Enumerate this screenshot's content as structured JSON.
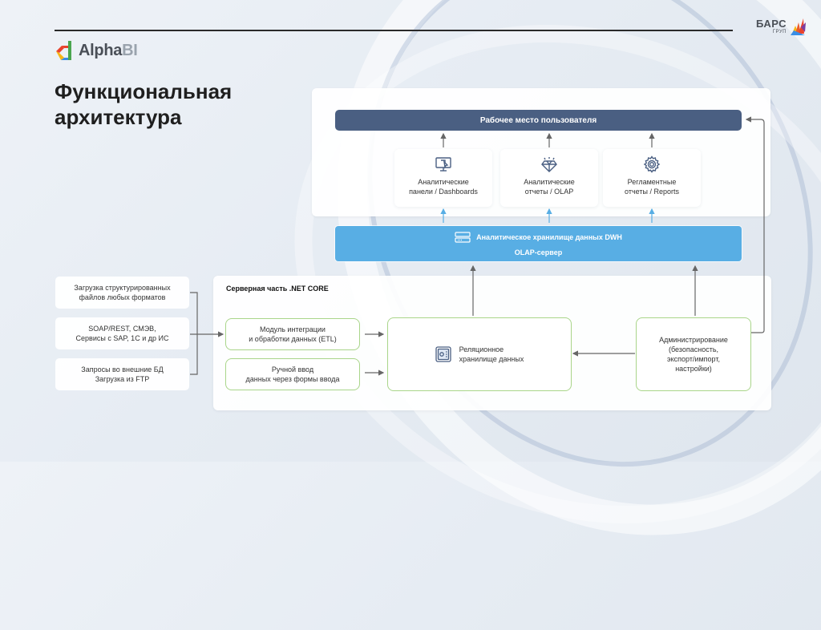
{
  "header": {
    "logo_name": "Alpha",
    "logo_suffix": "BI",
    "company_name": "БАРС",
    "company_sub": "ГРУП",
    "title_line1": "Функциональная",
    "title_line2": "архитектура"
  },
  "top_layer": {
    "workplace_label": "Рабочее место пользователя",
    "cards": [
      {
        "line1": "Аналитические",
        "line2": "панели / Dashboards",
        "icon": "monitor-cursor-icon"
      },
      {
        "line1": "Аналитические",
        "line2": "отчеты / OLAP",
        "icon": "diamond-icon"
      },
      {
        "line1": "Регламентные",
        "line2": "отчеты / Reports",
        "icon": "gear-icon"
      }
    ]
  },
  "dwh": {
    "line1": "Аналитическое хранилище данных DWH",
    "line2": "OLAP-сервер",
    "icon": "server-icon"
  },
  "sources": [
    {
      "line1": "Загрузка структурированных",
      "line2": "файлов любых форматов"
    },
    {
      "line1": "SOAP/REST, СМЭВ,",
      "line2": "Сервисы с SAP, 1С и др ИС"
    },
    {
      "line1": "Запросы во внешние БД",
      "line2": "Загрузка из FTP"
    }
  ],
  "server": {
    "title": "Серверная часть .NET CORE",
    "etl": {
      "line1": "Модуль интеграции",
      "line2": "и обработки данных (ETL)"
    },
    "manual": {
      "line1": "Ручной ввод",
      "line2": "данных через формы ввода"
    },
    "relational": {
      "line1": "Реляционное",
      "line2": "хранилище данных",
      "icon": "safe-icon"
    },
    "admin": {
      "line1": "Администрирование",
      "line2": "(безопасность,",
      "line3": "экспорт/импорт,",
      "line4": "настройки)"
    }
  },
  "colors": {
    "workplace": "#4a5f82",
    "dwh": "#58aee4",
    "green_border": "#a9d58a",
    "arrow_dark": "#666666",
    "arrow_blue": "#58aee4"
  }
}
